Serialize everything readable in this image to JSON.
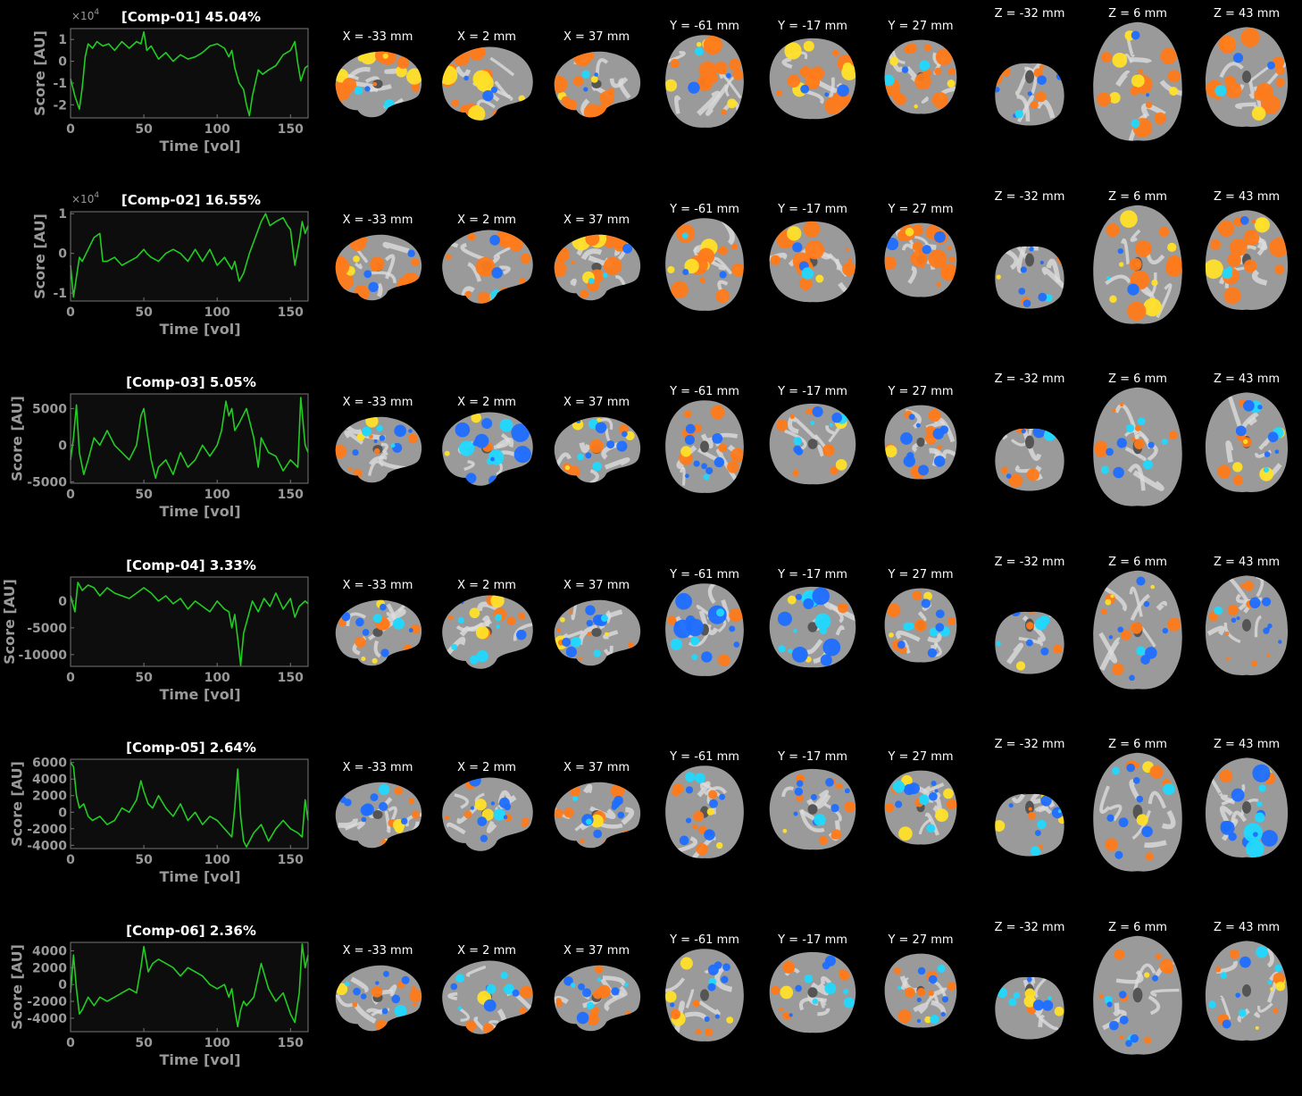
{
  "colors": {
    "background": "#000000",
    "axes_bg": "#0d0d0d",
    "axes_edge": "#777777",
    "axis_text": "#999999",
    "title_text": "#ffffff",
    "trace": "#22cc22",
    "brain_gray": "#9a9a9a",
    "warm_map": "#ff7a1a",
    "warm_peak": "#ffe028",
    "cool_map": "#1e6eff",
    "cool_peak": "#20d8ff"
  },
  "slice_labels": [
    "X = -33 mm",
    "X = 2 mm",
    "X = 37 mm",
    "Y = -61 mm",
    "Y = -17 mm",
    "Y = 27 mm",
    "Z = -32 mm",
    "Z = 6 mm",
    "Z = 43 mm"
  ],
  "slice_views": [
    "sagittal",
    "sagittal",
    "sagittal",
    "coronal",
    "coronal",
    "coronal",
    "axial",
    "axial",
    "axial"
  ],
  "chart_data": [
    {
      "type": "line",
      "title": "[Comp-01] 45.04%",
      "xlabel": "Time [vol]",
      "ylabel": "Score [AU]",
      "multiplier_label": "×10",
      "multiplier_exp": "4",
      "xlim": [
        0,
        162
      ],
      "ylim": [
        -2.6,
        1.5
      ],
      "xticks": [
        0,
        50,
        100,
        150
      ],
      "yticks": [
        -2,
        -1,
        0,
        1
      ],
      "ytick_labels": [
        "-2",
        "-1",
        "0",
        "1"
      ],
      "x": [
        0,
        3,
        6,
        8,
        10,
        12,
        15,
        18,
        22,
        26,
        30,
        35,
        40,
        45,
        48,
        50,
        52,
        55,
        60,
        65,
        70,
        75,
        80,
        85,
        90,
        95,
        100,
        105,
        108,
        110,
        112,
        115,
        118,
        120,
        122,
        124,
        126,
        128,
        131,
        135,
        140,
        145,
        150,
        153,
        155,
        157,
        160,
        162
      ],
      "y": [
        -0.8,
        -1.6,
        -2.2,
        -1.2,
        0.2,
        0.8,
        0.6,
        0.9,
        0.7,
        0.8,
        0.5,
        0.9,
        0.6,
        0.9,
        0.8,
        1.35,
        0.5,
        0.7,
        0.1,
        0.4,
        0.0,
        0.3,
        0.1,
        0.2,
        0.4,
        0.7,
        0.8,
        0.6,
        0.2,
        0.5,
        -0.3,
        -1.0,
        -1.3,
        -2.0,
        -2.5,
        -1.6,
        -1.0,
        -0.4,
        -0.6,
        -0.4,
        -0.2,
        0.3,
        0.5,
        0.9,
        -0.1,
        -0.9,
        -0.3,
        -0.2
      ],
      "slice_maps": [
        "warm",
        "warm",
        "warm",
        "warm",
        "warm",
        "warm",
        "mixed",
        "warm",
        "warm"
      ]
    },
    {
      "type": "line",
      "title": "[Comp-02] 16.55%",
      "xlabel": "Time [vol]",
      "ylabel": "Score [AU]",
      "multiplier_label": "×10",
      "multiplier_exp": "4",
      "xlim": [
        0,
        162
      ],
      "ylim": [
        -1.2,
        1.05
      ],
      "xticks": [
        0,
        50,
        100,
        150
      ],
      "yticks": [
        -1,
        0,
        1
      ],
      "ytick_labels": [
        "-1",
        "0",
        "1"
      ],
      "x": [
        0,
        2,
        4,
        6,
        8,
        12,
        16,
        20,
        22,
        25,
        30,
        35,
        40,
        45,
        50,
        52,
        55,
        60,
        65,
        70,
        75,
        80,
        85,
        90,
        95,
        100,
        105,
        110,
        112,
        115,
        118,
        122,
        126,
        130,
        133,
        136,
        140,
        145,
        148,
        150,
        153,
        156,
        158,
        160,
        162
      ],
      "y": [
        -0.3,
        -1.1,
        -0.6,
        -0.1,
        -0.2,
        0.1,
        0.4,
        0.5,
        -0.2,
        -0.2,
        -0.1,
        -0.3,
        -0.2,
        -0.1,
        0.1,
        0.0,
        -0.1,
        -0.2,
        0.0,
        0.1,
        0.0,
        -0.2,
        0.1,
        -0.2,
        0.1,
        -0.3,
        -0.1,
        -0.4,
        -0.2,
        -0.7,
        -0.5,
        0.0,
        0.4,
        0.8,
        1.0,
        0.7,
        0.8,
        0.9,
        0.7,
        0.6,
        -0.3,
        0.3,
        0.8,
        0.5,
        0.7
      ],
      "slice_maps": [
        "warm",
        "warm",
        "warm",
        "warm",
        "warm",
        "warm",
        "mixed",
        "warm",
        "warm"
      ]
    },
    {
      "type": "line",
      "title": "[Comp-03] 5.05%",
      "xlabel": "Time [vol]",
      "ylabel": "Score [AU]",
      "multiplier_label": "",
      "multiplier_exp": "",
      "xlim": [
        0,
        162
      ],
      "ylim": [
        -5200,
        7000
      ],
      "xticks": [
        0,
        50,
        100,
        150
      ],
      "yticks": [
        -5000,
        0,
        5000
      ],
      "ytick_labels": [
        "-5000",
        "0",
        "5000"
      ],
      "x": [
        0,
        2,
        4,
        6,
        9,
        12,
        16,
        20,
        25,
        30,
        35,
        40,
        45,
        48,
        50,
        52,
        55,
        58,
        60,
        65,
        70,
        75,
        80,
        85,
        90,
        95,
        100,
        103,
        106,
        108,
        110,
        112,
        115,
        120,
        125,
        128,
        130,
        135,
        140,
        145,
        150,
        155,
        157,
        160,
        162
      ],
      "y": [
        -2000,
        1000,
        5500,
        -1000,
        -4000,
        -2000,
        1000,
        0,
        2000,
        0,
        -1000,
        -2000,
        0,
        4000,
        5000,
        2000,
        -2000,
        -4500,
        -3000,
        -2000,
        -4000,
        -1000,
        -3000,
        -2000,
        0,
        -1500,
        0,
        2000,
        6000,
        4000,
        5000,
        2000,
        3000,
        5000,
        1000,
        -3000,
        1000,
        -1000,
        -1500,
        -3500,
        -2000,
        -3000,
        6500,
        0,
        -1000
      ],
      "slice_maps": [
        "mixed",
        "cool",
        "mixed",
        "mixed",
        "mixed",
        "mixed",
        "mixed",
        "mixed",
        "mixed"
      ]
    },
    {
      "type": "line",
      "title": "[Comp-04] 3.33%",
      "xlabel": "Time [vol]",
      "ylabel": "Score [AU]",
      "multiplier_label": "",
      "multiplier_exp": "",
      "xlim": [
        0,
        162
      ],
      "ylim": [
        -12200,
        4500
      ],
      "xticks": [
        0,
        50,
        100,
        150
      ],
      "yticks": [
        -10000,
        -5000,
        0
      ],
      "ytick_labels": [
        "-10000",
        "-5000",
        "0"
      ],
      "x": [
        0,
        3,
        5,
        8,
        12,
        16,
        20,
        25,
        30,
        35,
        40,
        45,
        50,
        55,
        60,
        65,
        70,
        75,
        80,
        85,
        90,
        95,
        100,
        105,
        108,
        110,
        112,
        114,
        116,
        118,
        121,
        124,
        128,
        132,
        136,
        140,
        145,
        150,
        153,
        156,
        160,
        162
      ],
      "y": [
        1000,
        -2000,
        3500,
        2000,
        3000,
        2500,
        1000,
        2500,
        1500,
        1000,
        500,
        1500,
        2500,
        1500,
        0,
        1000,
        -500,
        500,
        -1500,
        0,
        -1000,
        -2000,
        0,
        -1500,
        -2000,
        -5000,
        -2500,
        -7000,
        -12000,
        -6000,
        -3000,
        0,
        -2000,
        500,
        -1000,
        1500,
        -1500,
        500,
        -3000,
        -1000,
        0,
        -500
      ],
      "slice_maps": [
        "mixed",
        "mixed",
        "mixed",
        "cool",
        "cool",
        "mixed",
        "mixed",
        "mixed",
        "mixed"
      ]
    },
    {
      "type": "line",
      "title": "[Comp-05] 2.64%",
      "xlabel": "Time [vol]",
      "ylabel": "Score [AU]",
      "multiplier_label": "",
      "multiplier_exp": "",
      "xlim": [
        0,
        162
      ],
      "ylim": [
        -4400,
        6400
      ],
      "xticks": [
        0,
        50,
        100,
        150
      ],
      "yticks": [
        -4000,
        -2000,
        0,
        2000,
        4000,
        6000
      ],
      "ytick_labels": [
        "-4000",
        "-2000",
        "0",
        "2000",
        "4000",
        "6000"
      ],
      "x": [
        0,
        2,
        4,
        6,
        9,
        12,
        15,
        20,
        25,
        30,
        35,
        40,
        45,
        48,
        50,
        53,
        56,
        60,
        65,
        70,
        75,
        80,
        85,
        90,
        95,
        100,
        105,
        110,
        112,
        114,
        116,
        118,
        120,
        125,
        130,
        135,
        140,
        145,
        150,
        155,
        158,
        160,
        162
      ],
      "y": [
        6000,
        5500,
        2000,
        500,
        1000,
        -500,
        -1000,
        -500,
        -1500,
        -1000,
        500,
        0,
        1500,
        3800,
        2500,
        1000,
        500,
        2000,
        500,
        -500,
        1000,
        -1000,
        0,
        -1500,
        -500,
        -1000,
        -2000,
        -3000,
        500,
        5200,
        -500,
        -3500,
        -4200,
        -2500,
        -1500,
        -3500,
        -2000,
        -1000,
        -2000,
        -2500,
        -3000,
        1500,
        -1000
      ],
      "slice_maps": [
        "mixed",
        "mixed",
        "mixed",
        "mixed",
        "mixed",
        "mixed",
        "mixed",
        "mixed",
        "cool"
      ]
    },
    {
      "type": "line",
      "title": "[Comp-06] 2.36%",
      "xlabel": "Time [vol]",
      "ylabel": "Score [AU]",
      "multiplier_label": "",
      "multiplier_exp": "",
      "xlim": [
        0,
        162
      ],
      "ylim": [
        -5600,
        5000
      ],
      "xticks": [
        0,
        50,
        100,
        150
      ],
      "yticks": [
        -4000,
        -2000,
        0,
        2000,
        4000
      ],
      "ytick_labels": [
        "-4000",
        "-2000",
        "0",
        "2000",
        "4000"
      ],
      "x": [
        0,
        2,
        4,
        6,
        8,
        12,
        16,
        20,
        25,
        30,
        35,
        40,
        45,
        48,
        50,
        53,
        56,
        60,
        65,
        70,
        75,
        80,
        85,
        90,
        95,
        100,
        105,
        108,
        110,
        112,
        114,
        116,
        118,
        120,
        125,
        130,
        135,
        140,
        145,
        150,
        153,
        156,
        158,
        160,
        162
      ],
      "y": [
        -1000,
        3500,
        -500,
        -3500,
        -3000,
        -1500,
        -2500,
        -1500,
        -2000,
        -1500,
        -1000,
        -500,
        -1000,
        2000,
        4500,
        1500,
        2500,
        3000,
        2500,
        2000,
        1000,
        2000,
        1500,
        1000,
        0,
        -500,
        0,
        -1500,
        -500,
        -3000,
        -5000,
        -3000,
        -2000,
        -2500,
        -1500,
        2500,
        -500,
        -2000,
        -1000,
        -3500,
        -4500,
        -1000,
        4800,
        2000,
        3500
      ],
      "slice_maps": [
        "mixed",
        "mixed",
        "mixed",
        "mixed",
        "mixed",
        "mixed",
        "mixed",
        "mixed",
        "mixed"
      ]
    }
  ]
}
